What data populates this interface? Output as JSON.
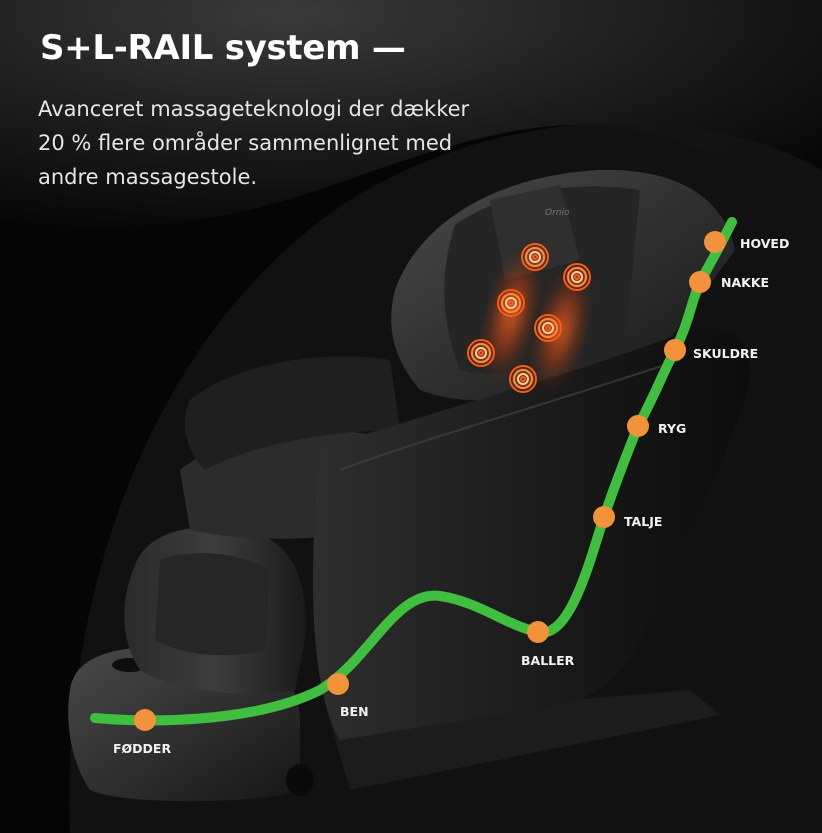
{
  "headline": "S+L-RAIL system —",
  "subline": [
    "Avanceret massageteknologi der dækker",
    "20 % flere områder sammenlignet med",
    "andre massagestole."
  ],
  "points": [
    {
      "label": "FØDDER"
    },
    {
      "label": "BEN"
    },
    {
      "label": "BALLER"
    },
    {
      "label": "TALJE"
    },
    {
      "label": "RYG"
    },
    {
      "label": "SKULDRE"
    },
    {
      "label": "NAKKE"
    },
    {
      "label": "HOVED"
    }
  ],
  "colors": {
    "rail": "#3fbe3f",
    "point": "#f2923a",
    "glow": "#ff5a14",
    "background": "#050505"
  },
  "icons": [
    "massage-chair-image",
    "massage-node-icon"
  ]
}
